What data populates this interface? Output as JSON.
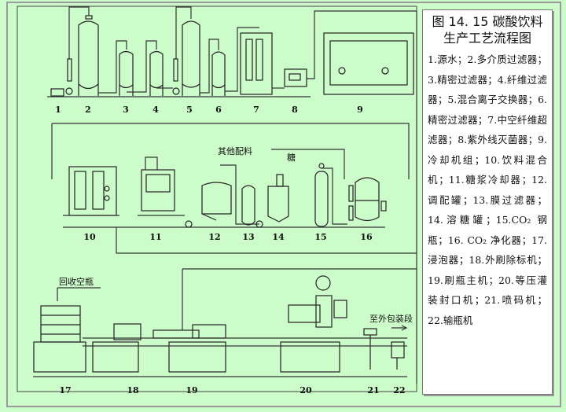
{
  "figure": {
    "title_line1": "图 14. 15 碳酸饮料",
    "title_line2": "生产工艺流程图",
    "legend_text": "1.源水；2.多介质过滤器；3.精密过滤器；4.纤维过滤器；5.混合离子交换器；6.精密过滤器；7.中空纤维超滤器；8.紫外线灭菌器；9.冷却机组；10.饮料混合机；11.糖浆冷却器；12.调配罐；13.膜过滤器；14.溶糖罐；15.CO₂ 钢瓶；16. CO₂ 净化器；17.浸泡器；18.外刷除标机；19.刷瓶主机；20.等压灌装封口机；21.喷码机；22.输瓶机"
  },
  "diagram": {
    "annotations": {
      "other_ingredients": "其他配料",
      "sugar": "糖",
      "recycled_bottles": "回收空瓶",
      "to_packaging": "至外包装段"
    },
    "equipment_numbers": [
      "1",
      "2",
      "3",
      "4",
      "5",
      "6",
      "7",
      "8",
      "9",
      "10",
      "11",
      "12",
      "13",
      "14",
      "15",
      "16",
      "17",
      "18",
      "19",
      "20",
      "21",
      "22"
    ]
  }
}
